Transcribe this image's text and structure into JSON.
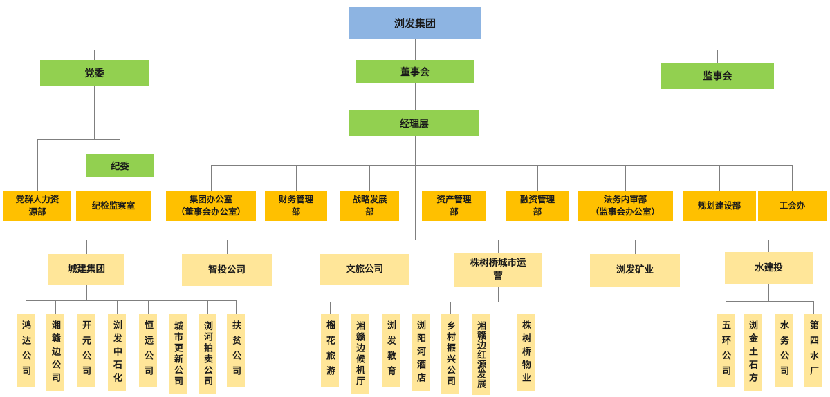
{
  "org_chart": {
    "root": {
      "label": "浏发集团"
    },
    "governance": [
      {
        "id": "party-committee",
        "label": "党委"
      },
      {
        "id": "board-of-directors",
        "label": "董事会"
      },
      {
        "id": "supervisory-board",
        "label": "监事会"
      },
      {
        "id": "management-level",
        "label": "经理层"
      },
      {
        "id": "discipline-committee",
        "label": "纪委"
      }
    ],
    "departments": [
      {
        "id": "party-mass-hr-dept",
        "label": "党群人力资\n源部"
      },
      {
        "id": "discipline-inspection-office",
        "label": "纪检监察室"
      },
      {
        "id": "group-office",
        "label": "集团办公室\n（董事会办公室）"
      },
      {
        "id": "finance-management-dept",
        "label": "财务管理\n部"
      },
      {
        "id": "strategy-development-dept",
        "label": "战略发展\n部"
      },
      {
        "id": "asset-management-dept",
        "label": "资产管理\n部"
      },
      {
        "id": "financing-management-dept",
        "label": "融资管理\n部"
      },
      {
        "id": "legal-internal-audit-dept",
        "label": "法务内审部\n（监事会办公室）"
      },
      {
        "id": "planning-construction-dept",
        "label": "规划建设部"
      },
      {
        "id": "labor-union-office",
        "label": "工会办"
      }
    ],
    "subsidiaries": [
      {
        "id": "chengjian-group",
        "label": "城建集团"
      },
      {
        "id": "zhitou-company",
        "label": "智投公司"
      },
      {
        "id": "wenlv-company",
        "label": "文旅公司"
      },
      {
        "id": "zhushuqiao-urban-operation",
        "label": "株树桥城市运\n营"
      },
      {
        "id": "liufa-mining",
        "label": "浏发矿业"
      },
      {
        "id": "shuijiantou",
        "label": "水建投"
      }
    ],
    "sub_companies": {
      "chengjian": [
        {
          "id": "hongda-company",
          "label": "鸿达公司"
        },
        {
          "id": "xiangganbian-company",
          "label": "湘赣边公司"
        },
        {
          "id": "kaiyuan-company",
          "label": "开元公司"
        },
        {
          "id": "liufa-sinopec",
          "label": "浏发中石化"
        },
        {
          "id": "hengyuan-company",
          "label": "恒远公司"
        },
        {
          "id": "urban-renewal-company",
          "label": "城市更新公司"
        },
        {
          "id": "liuhe-auction-company",
          "label": "浏河拍卖公司"
        },
        {
          "id": "fupin-company",
          "label": "扶贫公司"
        }
      ],
      "wenlv": [
        {
          "id": "liuhua-tourism",
          "label": "榴花旅游"
        },
        {
          "id": "xiangganbian-terminal",
          "label": "湘赣边候机厅"
        },
        {
          "id": "liufa-education",
          "label": "浏发教育"
        },
        {
          "id": "liuyanghe-hotel",
          "label": "浏阳河酒店"
        },
        {
          "id": "rural-revitalization-company",
          "label": "乡村振兴公司"
        },
        {
          "id": "xiangganbian-hongyuan-dev",
          "label": "湘赣边红源发展"
        }
      ],
      "zhushuqiao": [
        {
          "id": "zhushuqiao-property",
          "label": "株树桥物业"
        }
      ],
      "shuijiantou": [
        {
          "id": "wuhuan-company",
          "label": "五环公司"
        },
        {
          "id": "liujin-earthwork",
          "label": "浏金土石方"
        },
        {
          "id": "shuiwu-company",
          "label": "水务公司"
        },
        {
          "id": "no4-waterworks",
          "label": "第四水厂"
        }
      ]
    },
    "colors": {
      "root_fill": "#8DB4E2",
      "governance_fill": "#92D050",
      "department_fill": "#FFC000",
      "subsidiary_fill": "#FFE699",
      "connector": "#7F7F7F"
    }
  }
}
